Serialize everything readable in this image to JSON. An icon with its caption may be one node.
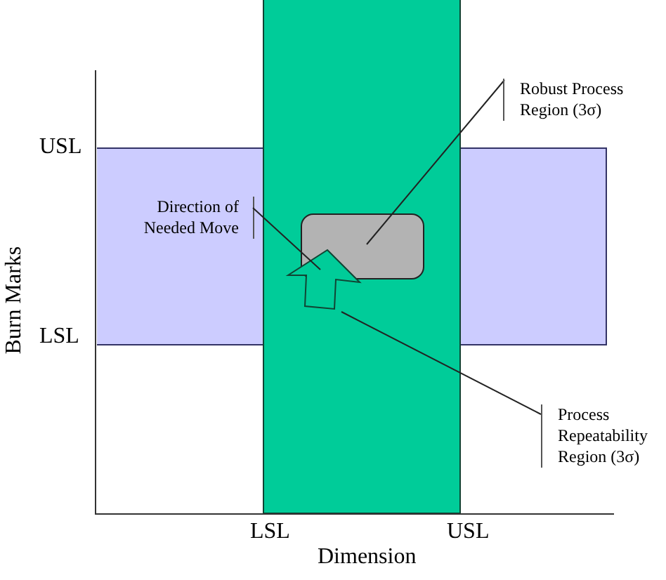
{
  "diagram": {
    "nodes": [
      {
        "text": [
          "Robust Process Region (3σ)"
        ]
      },
      {
        "text": [],
        "shape": "box",
        "in": 5
      },
      {
        "text": [
          "Direction of Needed Move"
        ],
        "in": 6
      },
      {
        "text": [],
        "shape": "arrow",
        "in": 5
      },
      {
        "text": [
          "Process Repeatability Region (3σ)"
        ]
      },
      {
        "text": [],
        "shape": "bar"
      },
      {
        "text": [],
        "shape": "bar"
      },
      {
        "text": [],
        "shape": "bar"
      }
    ],
    "edges": [
      {
        "from": 0,
        "to": 1,
        "arrow": "none"
      },
      {
        "from": 2,
        "to": 3,
        "arrow": "none"
      },
      {
        "from": 4,
        "to": 5,
        "arrow": "none"
      }
    ],
    "labels": [
      "USL",
      "LSL",
      "Burn Marks",
      "LSL",
      "USL",
      "Dimension"
    ]
  }
}
